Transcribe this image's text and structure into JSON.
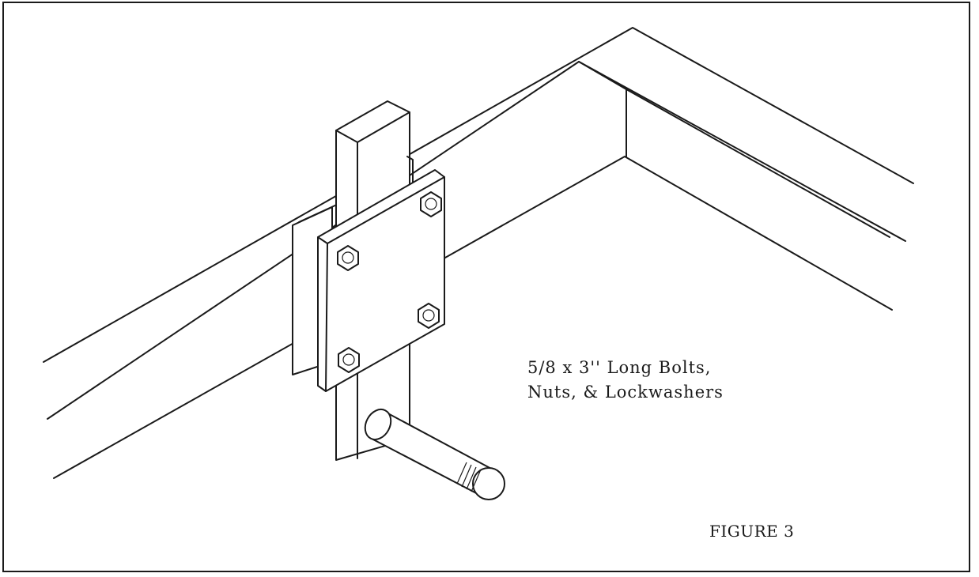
{
  "annotation": {
    "line1": "5/8 x 3'' Long Bolts,",
    "line2": "Nuts, & Lockwashers"
  },
  "caption": "FIGURE 3",
  "colors": {
    "ink": "#1a1a1a",
    "paper": "#ffffff"
  }
}
